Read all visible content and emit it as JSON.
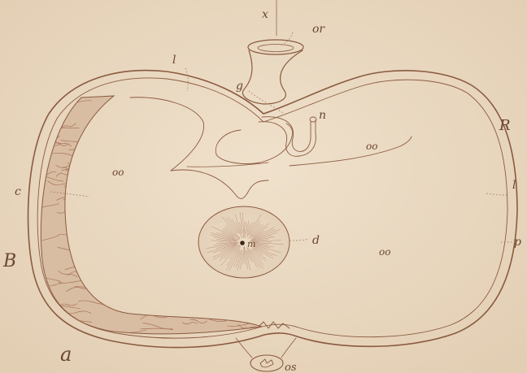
{
  "figure": {
    "labels": {
      "x": "x",
      "or": "or",
      "l_top": "l",
      "g": "g",
      "n": "n",
      "R": "R",
      "oo_right_top": "oo",
      "oo_left": "oo",
      "c": "c",
      "l_right": "l",
      "d": "d",
      "m": "m",
      "B": "B",
      "oo_center": "oo",
      "p": "p",
      "a": "a",
      "os": "os"
    },
    "colors": {
      "paper": "#ead9c2",
      "ink": "#8a5a3f",
      "texture": "#a8745a"
    }
  }
}
